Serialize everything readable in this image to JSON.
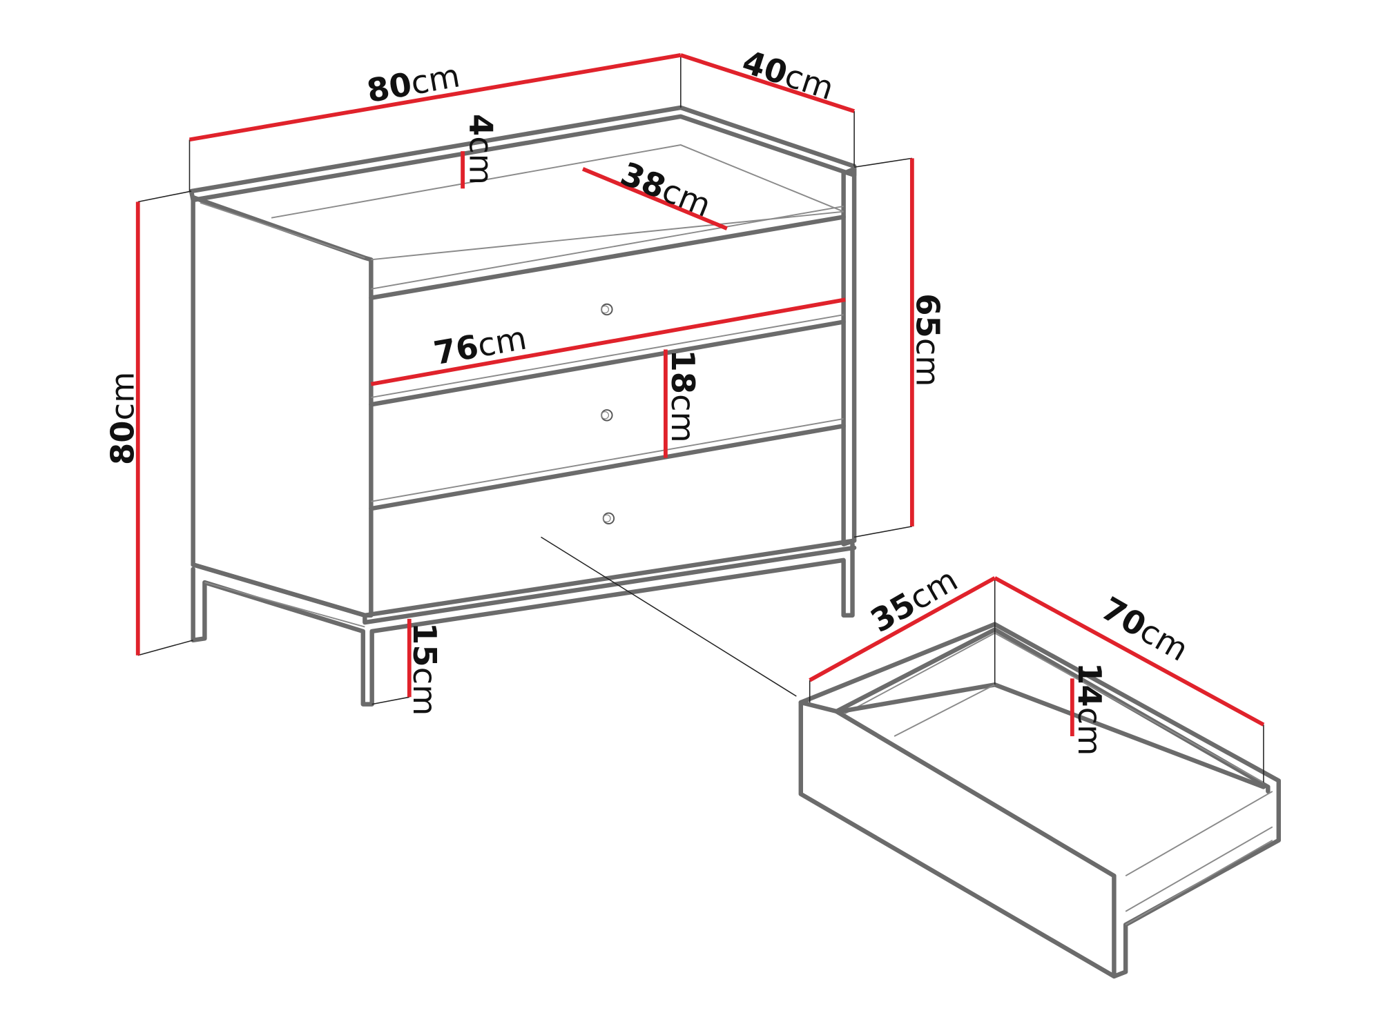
{
  "diagram": {
    "subject": "3-drawer chest of drawers with dimensions",
    "colors": {
      "dimension_line": "#e0222b",
      "outline": "#6b6b6b",
      "text": "#111111",
      "background": "#ffffff"
    },
    "dimensions": {
      "width": {
        "value": "80",
        "unit": "cm"
      },
      "depth": {
        "value": "40",
        "unit": "cm"
      },
      "top_height": {
        "value": "4",
        "unit": "cm"
      },
      "inner_depth": {
        "value": "38",
        "unit": "cm"
      },
      "inner_width": {
        "value": "76",
        "unit": "cm"
      },
      "drawer_front": {
        "value": "18",
        "unit": "cm"
      },
      "total_height": {
        "value": "80",
        "unit": "cm"
      },
      "body_height": {
        "value": "65",
        "unit": "cm"
      },
      "leg_height": {
        "value": "15",
        "unit": "cm"
      },
      "drawer_width": {
        "value": "35",
        "unit": "cm"
      },
      "drawer_length": {
        "value": "70",
        "unit": "cm"
      },
      "drawer_depth": {
        "value": "14",
        "unit": "cm"
      }
    },
    "drawers_count": 3
  }
}
